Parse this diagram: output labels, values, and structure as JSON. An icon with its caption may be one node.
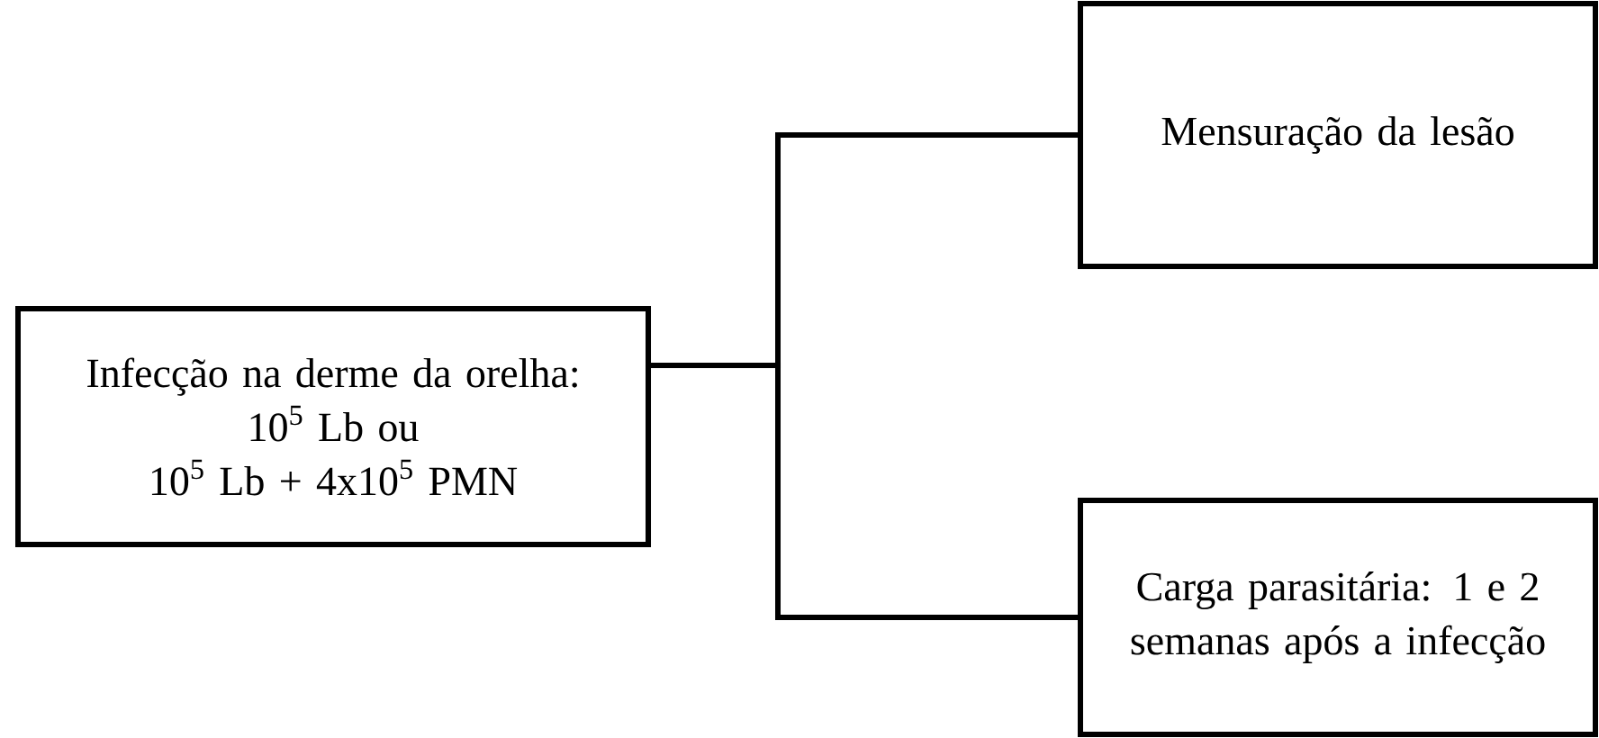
{
  "diagram": {
    "nodes": [
      {
        "text": [
          "Infecção na derme da orelha:",
          "10$^{5}$ Lb ou",
          "10$^{5}$ Lb + 4x10$^{5}$ PMN"
        ]
      },
      {
        "text": [
          "Mensuração da lesão"
        ]
      },
      {
        "text": [
          "Carga parasitária: 1 e 2 semanas após a infecção"
        ]
      }
    ],
    "edges": [
      {
        "from": 0,
        "to": 1,
        "arrow": "none"
      },
      {
        "from": 0,
        "to": 2,
        "arrow": "none"
      }
    ]
  }
}
